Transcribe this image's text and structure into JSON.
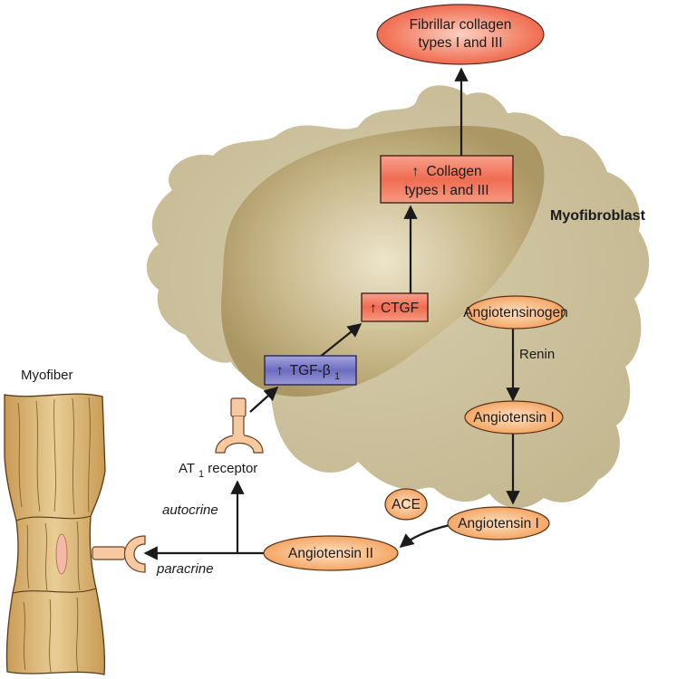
{
  "labels": {
    "fibrillar_collagen_line1": "Fibrillar collagen",
    "fibrillar_collagen_line2": "types I and III",
    "collagen_box_line1": "Collagen",
    "collagen_box_line2": "types I and III",
    "myofibroblast": "Myofibroblast",
    "ctgf": "CTGF",
    "tgf_beta": "TGF-β",
    "tgf_beta_sub": "1",
    "angiotensinogen": "Angiotensinogen",
    "renin": "Renin",
    "angiotensin_i_upper": "Angiotensin I",
    "angiotensin_i_lower": "Angiotensin I",
    "ace": "ACE",
    "angiotensin_ii": "Angiotensin II",
    "myofiber": "Myofiber",
    "at1_receptor_prefix": "AT",
    "at1_receptor_sub": "1",
    "at1_receptor_suffix": " receptor",
    "autocrine": "autocrine",
    "paracrine": "paracrine",
    "up_arrow": "↑"
  },
  "colors": {
    "cell_fill": "#cbc09a",
    "nucleus_fill": "#b8a576",
    "nucleus_center": "#e6dcc0",
    "red_box": "#ee6a50",
    "orange_ellipse": "#f3a660",
    "blue_box": "#6f6ec0",
    "myofiber_fill": "#dcb878",
    "receptor_fill": "#f6c9a0"
  }
}
